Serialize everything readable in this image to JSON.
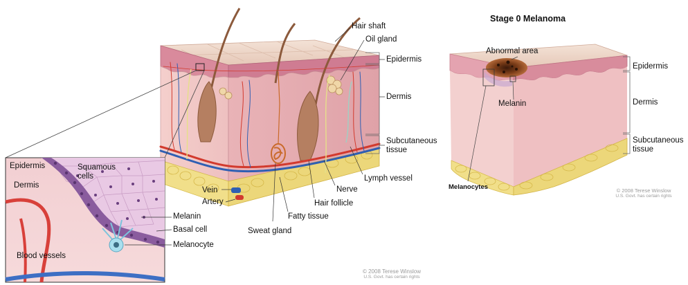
{
  "left_diagram": {
    "labels": {
      "hair_shaft": "Hair shaft",
      "oil_gland": "Oil gland",
      "epidermis": "Epidermis",
      "dermis": "Dermis",
      "subcutaneous_line1": "Subcutaneous",
      "subcutaneous_line2": "tissue",
      "lymph_vessel": "Lymph vessel",
      "nerve": "Nerve",
      "hair_follicle": "Hair follicle",
      "fatty_tissue": "Fatty tissue",
      "sweat_gland": "Sweat gland",
      "vein": "Vein",
      "artery": "Artery"
    },
    "copyright_line1": "© 2008 Terese Winslow",
    "copyright_line2": "U.S. Govt. has certain rights"
  },
  "inset": {
    "labels": {
      "epidermis": "Epidermis",
      "dermis": "Dermis",
      "squamous_line1": "Squamous",
      "squamous_line2": "cells",
      "melanin": "Melanin",
      "basal_cell": "Basal cell",
      "melanocyte": "Melanocyte",
      "blood_vessels": "Blood vessels"
    }
  },
  "right_diagram": {
    "title": "Stage 0 Melanoma",
    "labels": {
      "abnormal_area": "Abnormal area",
      "melanin": "Melanin",
      "epidermis": "Epidermis",
      "dermis": "Dermis",
      "subcutaneous_line1": "Subcutaneous",
      "subcutaneous_line2": "tissue",
      "melanocytes": "Melanocytes"
    },
    "copyright_line1": "© 2008 Terese Winslow",
    "copyright_line2": "U.S. Govt. has certain rights"
  },
  "colors": {
    "skin_top": "#ead0c4",
    "epidermis_band": "#d98a9c",
    "dermis": "#f2c7c6",
    "dermis_side": "#e8aeb2",
    "fat": "#f1df8a",
    "fat_outline": "#d8bc4e",
    "artery": "#d23a2e",
    "vein": "#2f5fb3",
    "hair": "#8c5a3c",
    "lesion": "#6b3418",
    "inset_cells": "#e9c9e4",
    "basal_layer": "#8a5c9e",
    "melanocyte": "#a9dfee"
  }
}
